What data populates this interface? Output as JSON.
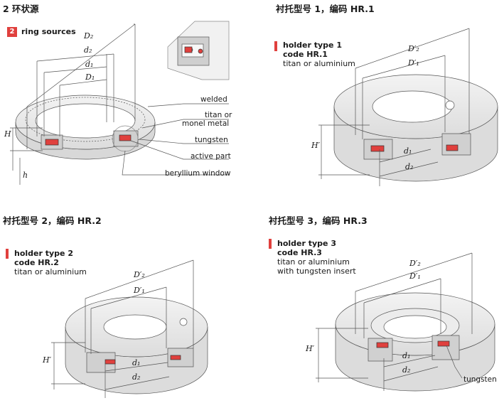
{
  "panels": [
    {
      "header": "2   环状源",
      "badge": "2",
      "title": "ring sources",
      "callouts": [
        "welded",
        "titan or",
        "monel metal",
        "tungsten",
        "active part",
        "beryllium window"
      ],
      "dims": [
        "D₂",
        "d₂",
        "d₁",
        "D₁",
        "H",
        "h"
      ]
    },
    {
      "header": "衬托型号 1，编码 HR.1",
      "lines": [
        "holder type 1",
        "code HR.1",
        "titan or aluminium"
      ],
      "dims": [
        "D′₂",
        "D′₁",
        "d₁",
        "d₂",
        "H′"
      ]
    },
    {
      "header": "衬托型号 2，编码 HR.2",
      "lines": [
        "holder type 2",
        "code HR.2",
        "titan or aluminium"
      ],
      "dims": [
        "D′₂",
        "D′₁",
        "d₁",
        "d₂",
        "H′"
      ]
    },
    {
      "header": "衬托型号 3，编码 HR.3",
      "lines": [
        "holder type 3",
        "code HR.3",
        "titan or aluminium",
        "with tungsten insert"
      ],
      "dims": [
        "D′₂",
        "D′₁",
        "d₁",
        "d₂",
        "H′"
      ],
      "callouts": [
        "tungsten"
      ]
    }
  ],
  "colors": {
    "accent": "#e0403d",
    "body": "#e9e9e9",
    "line": "#555555"
  }
}
